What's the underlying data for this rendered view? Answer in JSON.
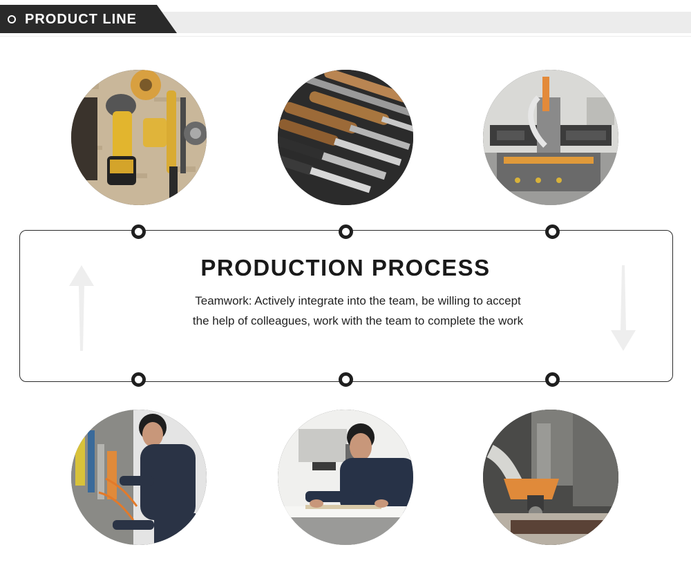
{
  "header": {
    "title": "PRODUCT LINE"
  },
  "process": {
    "title": "PRODUCTION PROCESS",
    "description": "Teamwork: Actively integrate into the team, be willing to accept the help of colleagues, work with the team to complete the work"
  },
  "photos": [
    {
      "name": "power-tools-photo"
    },
    {
      "name": "chisels-photo"
    },
    {
      "name": "cnc-machine-photo"
    },
    {
      "name": "worker-panel-photo"
    },
    {
      "name": "worker-bench-photo"
    },
    {
      "name": "router-spindle-photo"
    }
  ],
  "colors": {
    "header_dark": "#2a2a2a",
    "header_band": "#ececec",
    "text": "#1a1a1a",
    "arrow": "#eeeeee"
  }
}
